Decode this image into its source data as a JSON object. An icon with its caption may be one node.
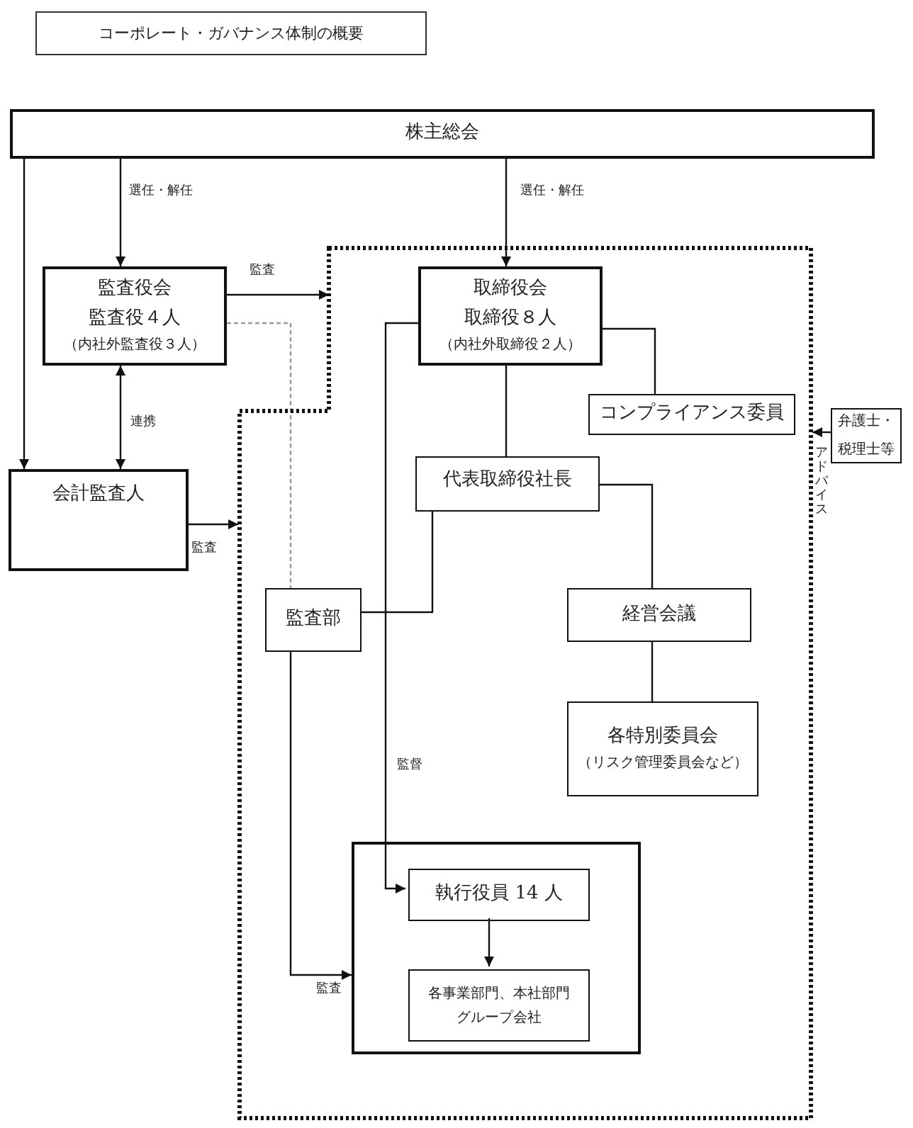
{
  "diagram": {
    "title": "コーポレート・ガバナンス体制の概要",
    "nodes": [
      {
        "text": [
          "株主総会"
        ]
      },
      {
        "text": [
          "監査役会",
          "監査役４人",
          "（内社外監査役３人）"
        ]
      },
      {
        "text": [
          "会計監査人"
        ]
      },
      {
        "text": [],
        "shape": "box"
      },
      {
        "text": [
          "取締役会",
          "取締役８人",
          "（内社外取締役２人）"
        ],
        "in": 3
      },
      {
        "text": [
          "コンプライアンス委員"
        ],
        "in": 3
      },
      {
        "text": [
          "代表取締役社長"
        ],
        "in": 3
      },
      {
        "text": [
          "監査部"
        ],
        "in": 3
      },
      {
        "text": [
          "経営会議"
        ],
        "in": 3
      },
      {
        "text": [
          "各特別委員会",
          "（リスク管理委員会など）"
        ],
        "in": 3
      },
      {
        "text": [],
        "shape": "box",
        "in": 3
      },
      {
        "text": [
          "執行役員 14 人"
        ],
        "in": 10
      },
      {
        "text": [
          "各事業部門、本社部門",
          "グループ会社"
        ],
        "in": 10
      },
      {
        "text": [
          "弁護士・税理士等"
        ]
      }
    ],
    "edges": [
      {
        "from": 0,
        "to": 1,
        "arrow": "to",
        "label": "選任・解任"
      },
      {
        "from": 0,
        "to": 2,
        "arrow": "to"
      },
      {
        "from": 0,
        "to": 4,
        "arrow": "to",
        "label": "選任・解任"
      },
      {
        "from": 1,
        "to": 3,
        "arrow": "to",
        "label": "監査"
      },
      {
        "from": 1,
        "to": 2,
        "arrow": "both",
        "label": "連携"
      },
      {
        "from": 2,
        "to": 3,
        "arrow": "to",
        "label": "監査"
      },
      {
        "from": 13,
        "to": 3,
        "arrow": "to",
        "label": "アドバイス"
      },
      {
        "from": 1,
        "to": 7,
        "arrow": "none",
        "style": "dashed",
        "color": "#999999"
      },
      {
        "from": 4,
        "to": 5,
        "arrow": "none"
      },
      {
        "from": 4,
        "to": 6,
        "arrow": "none"
      },
      {
        "from": 6,
        "to": 8,
        "arrow": "none"
      },
      {
        "from": 8,
        "to": 9,
        "arrow": "none"
      },
      {
        "from": 6,
        "to": 7,
        "arrow": "none"
      },
      {
        "from": 4,
        "to": 11,
        "arrow": "to",
        "label": "監督"
      },
      {
        "from": 7,
        "to": 10,
        "arrow": "to",
        "label": "監査"
      },
      {
        "from": 11,
        "to": 12,
        "arrow": "to"
      }
    ]
  }
}
